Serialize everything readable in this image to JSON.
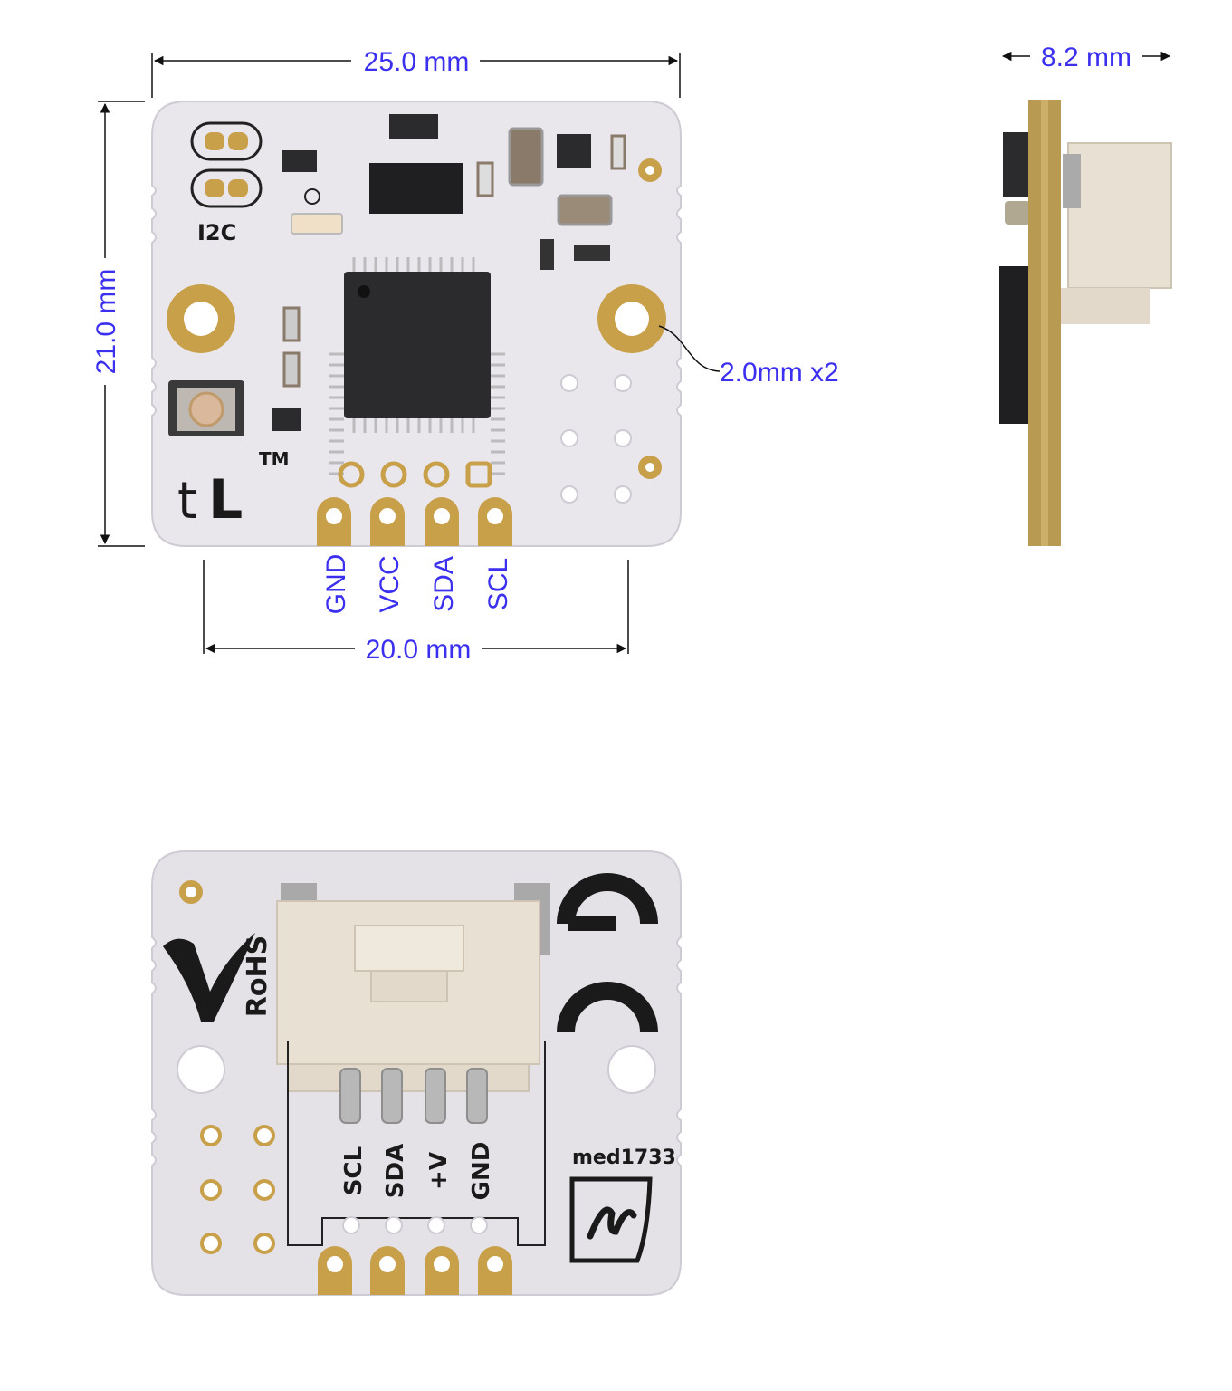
{
  "colors": {
    "dimension": "#3b2ff0",
    "pcb": "#e9e6ec",
    "pcb_back": "#e4e2e7",
    "gold": "#c9a04a",
    "chip": "#2b2b2d",
    "silkscreen": "#1a1a1a"
  },
  "front_view": {
    "width_label": "25.0 mm",
    "height_label": "21.0 mm",
    "pin_span_label": "20.0 mm",
    "hole_label": "2.0mm x2",
    "silk_i2c": "I2C",
    "silk_logo_t": "t",
    "silk_logo_l": "L",
    "silk_tm": "TM",
    "pins": [
      "GND",
      "VCC",
      "SDA",
      "SCL"
    ]
  },
  "side_view": {
    "thickness_label": "8.2 mm"
  },
  "back_view": {
    "pins": [
      "SCL",
      "SDA",
      "+V",
      "GND"
    ],
    "rohs_label": "RoHS",
    "model_label": "med1733"
  }
}
